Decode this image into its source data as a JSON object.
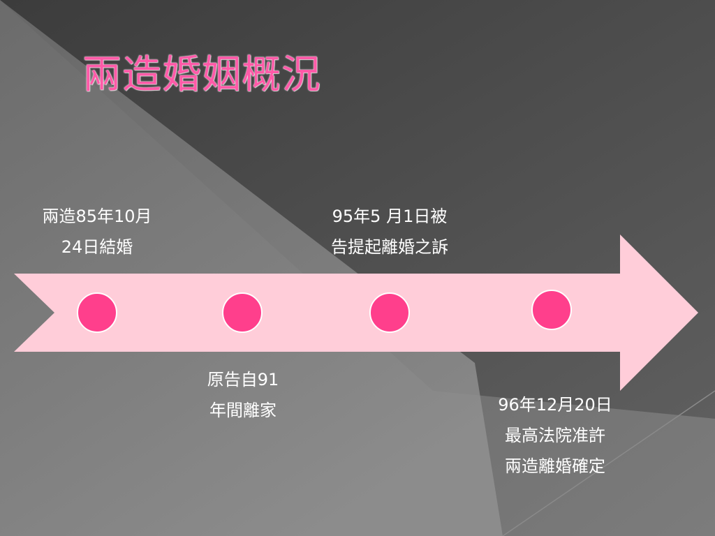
{
  "slide": {
    "title": "兩造婚姻概況"
  },
  "timeline": {
    "events": [
      {
        "lines": [
          "兩造85年10月",
          "24日結婚"
        ]
      },
      {
        "lines": [
          "95年5 月1日被",
          "告提起離婚之訴"
        ]
      },
      {
        "lines": [
          "原告自91",
          "年間離家"
        ]
      },
      {
        "lines": [
          "96年12月20日",
          "最高法院准許",
          "兩造離婚確定"
        ]
      }
    ]
  },
  "colors": {
    "arrow_fill": "#ffcdd9",
    "marker_fill": "#ff3f8c",
    "marker_stroke": "#ffffff",
    "title": "#ff5aa8"
  }
}
